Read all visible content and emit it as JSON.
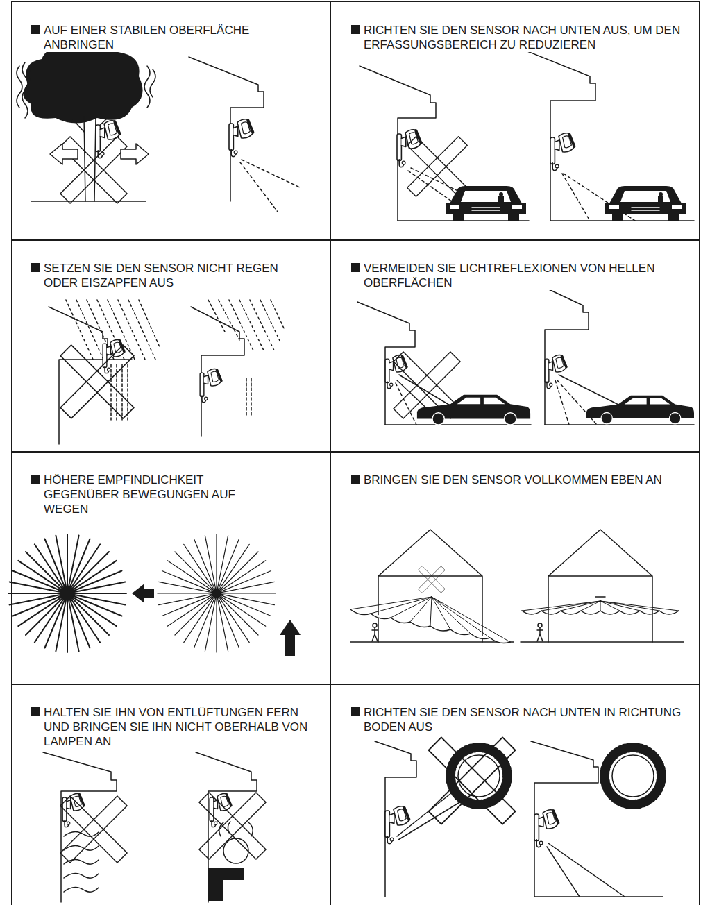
{
  "diagram": {
    "nodes": [
      {
        "text": [
          "AUF EINER STABILEN OBERFLÄCHE ANBRINGEN"
        ]
      },
      {
        "text": [
          "RICHTEN SIE DEN SENSOR NACH UNTEN AUS, UM DEN ERFASSUNGSBEREICH ZU REDUZIEREN"
        ]
      },
      {
        "text": [
          "SETZEN SIE DEN SENSOR NICHT REGEN ODER EISZAPFEN AUS"
        ]
      },
      {
        "text": [
          "VERMEIDEN SIE LICHTREFLEXIONEN VON HELLEN OBERFLÄCHEN"
        ]
      },
      {
        "text": [
          "HÖHERE EMPFINDLICHKEIT GEGENÜBER BEWEGUNGEN AUF WEGEN"
        ]
      },
      {
        "text": [
          "BRINGEN SIE DEN SENSOR VOLLKOMMEN EBEN AN"
        ]
      },
      {
        "text": [
          "HALTEN SIE IHN VON ENTLÜFTUNGEN FERN UND BRINGEN SIE IHN NICHT OBERHALB VON LAMPEN AN"
        ]
      },
      {
        "text": [
          "RICHTEN SIE DEN SENSOR NACH UNTEN IN RICHTUNG BODEN AUS"
        ]
      }
    ]
  }
}
